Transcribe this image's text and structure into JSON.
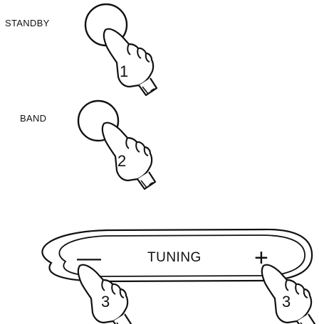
{
  "standby": {
    "label": "STANDBY",
    "step": "1"
  },
  "band": {
    "label": "BAND",
    "step": "2"
  },
  "tuning": {
    "label": "TUNING",
    "minus": "—",
    "plus": "+",
    "step_left": "3",
    "step_right": "3"
  }
}
